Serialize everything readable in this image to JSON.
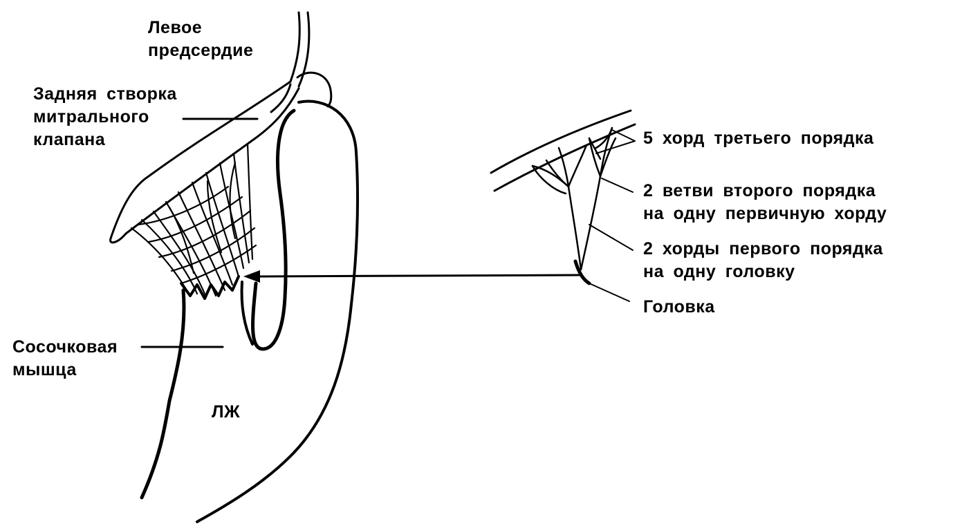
{
  "labels": {
    "left_atrium": [
      "Левое",
      "предсердие"
    ],
    "posterior_leaflet": [
      "Задняя створка",
      "митрального",
      "клапана"
    ],
    "papillary_muscle": [
      "Сосочковая",
      "мышца"
    ],
    "lv": "ЛЖ",
    "third_order": "5 хорд третьего порядка",
    "second_order": [
      "2 ветви второго порядка",
      "на одну первичную хорду"
    ],
    "first_order": [
      "2 хорды первого порядка",
      "на одну головку"
    ],
    "head": "Головка"
  },
  "colors": {
    "ink": "#000000",
    "paper": "#ffffff"
  }
}
